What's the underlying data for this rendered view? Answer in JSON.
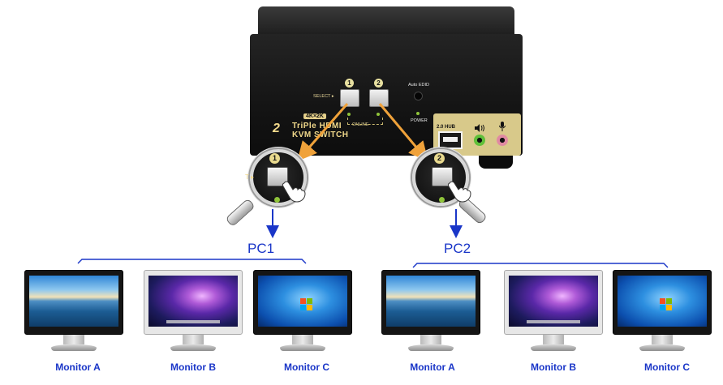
{
  "device": {
    "select_label": "SELECT ▸",
    "button1_num": "1",
    "button2_num": "2",
    "online_label": "ONLINE",
    "auto_edid_label": "Auto EDID",
    "power_label": "POWER",
    "badge": "4K×2K",
    "brand_line1": "TriPle HDMI",
    "brand_line2": "KVM SWITCH",
    "brand_prefix": "2",
    "hub_label": "2.0 HUB",
    "speaker_icon": "speaker-icon",
    "mic_icon": "microphone-icon",
    "colors": {
      "body": "#141414",
      "label": "#e4cf8a",
      "audio_out": "#5fbf3a",
      "mic_in": "#e08aa2"
    }
  },
  "magnifiers": [
    {
      "num": "1",
      "select_fragment": "T ▸"
    },
    {
      "num": "2"
    }
  ],
  "groups": [
    {
      "pc_label": "PC1",
      "monitors": [
        {
          "label": "Monitor A",
          "screen": "sea"
        },
        {
          "label": "Monitor B",
          "screen": "mac"
        },
        {
          "label": "Monitor C",
          "screen": "windows"
        }
      ]
    },
    {
      "pc_label": "PC2",
      "monitors": [
        {
          "label": "Monitor A",
          "screen": "sea"
        },
        {
          "label": "Monitor B",
          "screen": "mac"
        },
        {
          "label": "Monitor C",
          "screen": "windows"
        }
      ]
    }
  ],
  "colors": {
    "arrow": "#1a36c8",
    "label": "#1a36c8",
    "pointer_arrow": "#f0a23a"
  }
}
